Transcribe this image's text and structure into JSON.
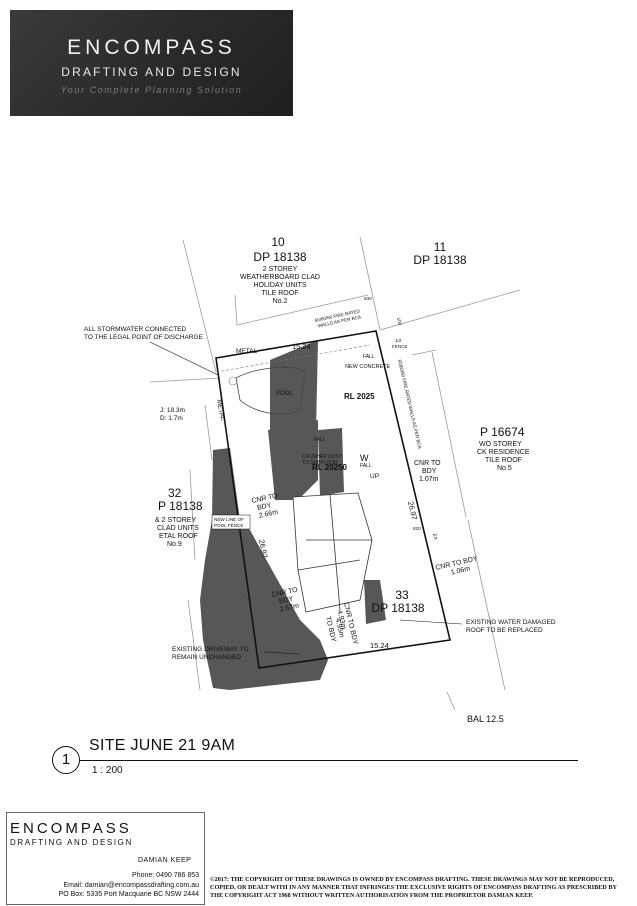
{
  "branding": {
    "company": "ENCOMPASS",
    "subtitle": "DRAFTING AND DESIGN",
    "tagline": "Your Complete Planning Solution"
  },
  "plan_labels": {
    "lot10": "10",
    "lot10_dp": "DP 18138",
    "lot10_desc": [
      "2 STOREY",
      "WEATHERBOARD CLAD",
      "HOLIDAY UNITS",
      "TILE ROOF",
      "No.2"
    ],
    "lot11": "11",
    "lot11_dp": "DP 18138",
    "stormwater": [
      "ALL STORMWATER CONNECTED",
      "TO THE LEGAL POINT OF DISCHARGE"
    ],
    "metal_top": "METAL",
    "metal_left": "METAL",
    "dim_top": "15.24",
    "dim_bottom": "15.24",
    "dim_left": "26.97",
    "dim_right": "26.97",
    "pool": "POOL",
    "new_concrete": "NEW CONCRETE",
    "rl1": "RL 2025",
    "rl2": "RL 20250",
    "crusher": [
      "CRUSHER DUST",
      "TO SUBFLOOR"
    ],
    "fall": "FALL",
    "w": "W",
    "up": "UP",
    "jd": [
      "J: 18.3m",
      "D: 1.7m"
    ],
    "lot32": "32",
    "lot32_dp": "P 18138",
    "lot32_desc": [
      "& 2 STOREY",
      "CLAD UNITS",
      "ETAL ROOF",
      "No.9"
    ],
    "new_pool_fence": [
      "NEW LINE OF",
      "POOL FENCE"
    ],
    "cnr_bdy_266": [
      "CNR TO",
      "BDY",
      "2.66m"
    ],
    "cnr_bdy_267": [
      "CNR TO",
      "BDY",
      "2.67m"
    ],
    "cnr_bdy_107": [
      "CNR TO",
      "BDY",
      "1.07m"
    ],
    "cnr_bdy_106": [
      "CNR TO BDY",
      "1.06m"
    ],
    "cnr_bdy_493": [
      "CNR TO BDY",
      "4.93m"
    ],
    "cnr_bdy_495": [
      "TO BDY",
      "4.95m"
    ],
    "lot16674": "P 16674",
    "lot16674_desc": [
      "WO STOREY",
      "CK RESIDENCE",
      "TILE ROOF",
      "No.5"
    ],
    "lot33": "33",
    "lot33_dp": "DP 18138",
    "water_damaged": [
      "EXISTING WATER DAMAGED",
      "ROOF TO BE REPLACED"
    ],
    "driveway": [
      "EXISTING DRIVEWAY TO",
      "REMAIN UNCHANGED"
    ],
    "fire_rated_top": [
      "60/60/60 FIRE RATED",
      "WALLS AS PER BCA"
    ],
    "fire_rated_side": "60/60/60 FIRE RATED WALLS AS PER BCA",
    "fence": [
      "1/2",
      "FENCE"
    ],
    "dim_830": "830",
    "dim_820": "820",
    "dim_100": "100",
    "dim_ex": "EX"
  },
  "title_block": {
    "number": "1",
    "title": "SITE JUNE 21 9AM",
    "scale": "1 : 200",
    "bal": "BAL 12.5"
  },
  "footer": {
    "company": "ENCOMPASS",
    "subtitle": "DRAFTING AND DESIGN",
    "name": "DAMIAN KEEP",
    "phone": "Phone: 0490 786 853",
    "email": "Email: damian@encompassdrafting.com.au",
    "po": "PO Box: 5335 Port Macquarie BC NSW 2444",
    "copyright": "©2017: THE COPYRIGHT OF THESE DRAWINGS IS OWNED BY ENCOMPASS DRAFTING. THESE DRAWINGS MAY NOT BE REPRODUCED, COPIED, OR DEALT WITH IN ANY MANNER THAT INFRINGES THE EXCLUSIVE RIGHTS OF ENCOMPASS DRAFTING AS PRESCRIBED BY THE COPYRIGHT ACT 1968 WITHOUT WRITTEN AUTHORISATION FROM THE PROPRIETOR DAMIAN KEEP."
  },
  "colors": {
    "shadow": "#575757",
    "banner": "#2e2e2e",
    "line": "#111111"
  }
}
